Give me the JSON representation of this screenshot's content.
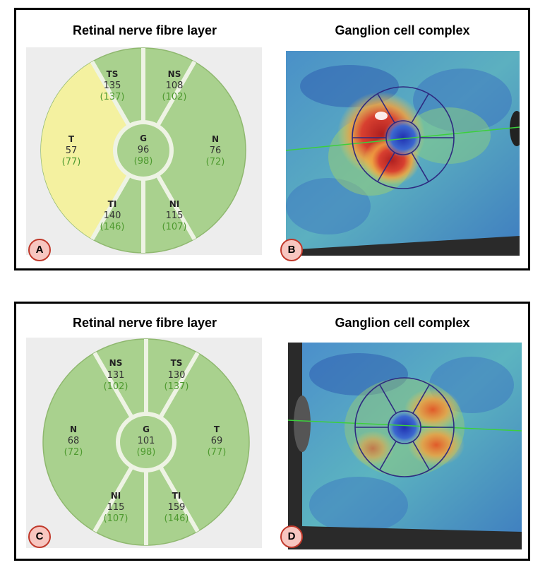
{
  "panels": {
    "top": {
      "rnfl_title": "Retinal nerve fibre layer",
      "gcc_title": "Ganglion cell complex",
      "badge_left": "A",
      "badge_right": "B",
      "sectors": {
        "ts": {
          "label": "TS",
          "value": "135",
          "normal": "(137)"
        },
        "ns": {
          "label": "NS",
          "value": "108",
          "normal": "(102)"
        },
        "t": {
          "label": "T",
          "value": "57",
          "normal": "(77)"
        },
        "g": {
          "label": "G",
          "value": "96",
          "normal": "(98)"
        },
        "n": {
          "label": "N",
          "value": "76",
          "normal": "(72)"
        },
        "ti": {
          "label": "TI",
          "value": "140",
          "normal": "(146)"
        },
        "ni": {
          "label": "NI",
          "value": "115",
          "normal": "(107)"
        }
      },
      "highlight_sector": "t"
    },
    "bottom": {
      "rnfl_title": "Retinal nerve fibre layer",
      "gcc_title": "Ganglion cell complex",
      "badge_left": "C",
      "badge_right": "D",
      "sectors": {
        "ns": {
          "label": "NS",
          "value": "131",
          "normal": "(102)"
        },
        "ts": {
          "label": "TS",
          "value": "130",
          "normal": "(137)"
        },
        "n": {
          "label": "N",
          "value": "68",
          "normal": "(72)"
        },
        "g": {
          "label": "G",
          "value": "101",
          "normal": "(98)"
        },
        "t": {
          "label": "T",
          "value": "69",
          "normal": "(77)"
        },
        "ni": {
          "label": "NI",
          "value": "115",
          "normal": "(107)"
        },
        "ti": {
          "label": "TI",
          "value": "159",
          "normal": "(146)"
        }
      },
      "highlight_sector": ""
    }
  },
  "colors": {
    "sector_green": "#a9d18e",
    "sector_yellow": "#f4f1a0",
    "divider": "#eef3e4",
    "normal_value_green": "#4e9a2f",
    "plot_background": "#ededed"
  }
}
